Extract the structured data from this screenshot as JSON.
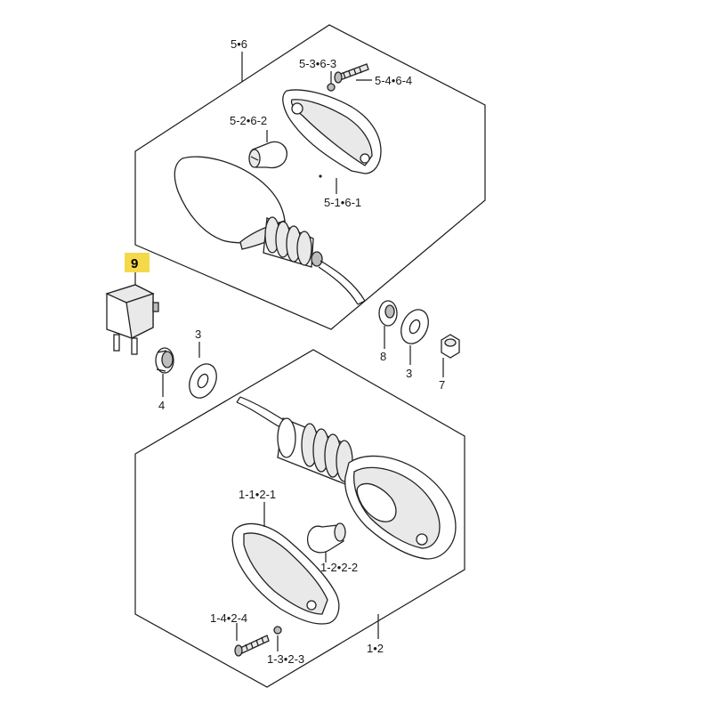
{
  "labels": {
    "upper_assy": "5•6",
    "screw_upper": "5-4•6-4",
    "washer_upper": "5-3•6-3",
    "bulb_upper": "5-2•6-2",
    "lens_upper": "5-1•6-1",
    "relay": "9",
    "nut_left": "4",
    "washer_left": "3",
    "rubber_right": "8",
    "washer_right": "3",
    "nut_right": "7",
    "lens_lower": "1-1•2-1",
    "bulb_lower": "1-2•2-2",
    "screw_lower": "1-4•2-4",
    "washer_lower": "1-3•2-3",
    "lower_assy": "1•2"
  },
  "colors": {
    "highlight": "#f5d94a",
    "line": "#1a1a1a"
  }
}
